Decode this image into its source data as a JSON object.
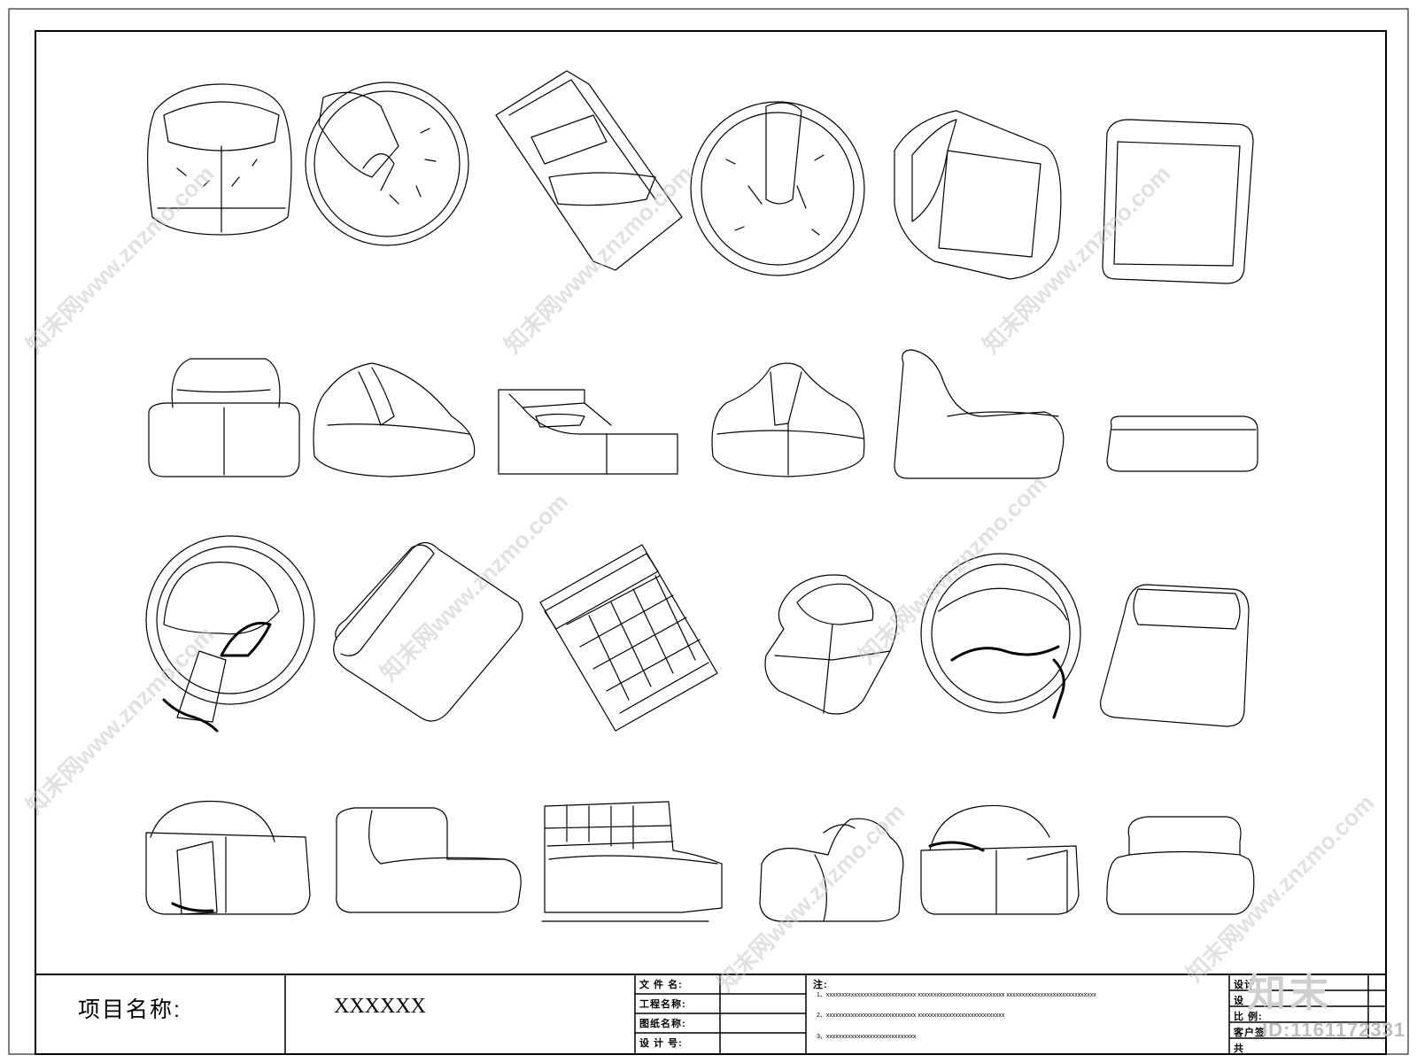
{
  "title_block": {
    "project_label": "项目名称:",
    "project_value": "XXXXXX",
    "fields": [
      "文 件 名:",
      "工程名称:",
      "图纸名称:",
      "设 计 号:"
    ],
    "notes_title": "注:",
    "notes": [
      "1、xxxxxxxxxxxxxxxxxxxxxxxxxxxxx     xxxxxxxxxxxxxxxxxxxxxxxxxxxx     xxxxxxxxxxxxxxxxxxxxxxxxxxxxx",
      "2、xxxxxxxxxxxxxxxxxxxxxxxxxxxxx     xxxxxxxxxxxxxxxxxxxxxxxxxxxx",
      "3、xxxxxxxxxxxxxxxxxxxxxxxxxxxxx"
    ],
    "right_fields": [
      "设计",
      "设",
      "比 例:",
      "客户签",
      "共"
    ]
  },
  "watermark": {
    "text": "知末网www.znzmo.com",
    "brand": "知末",
    "id": "ID:1161172331"
  },
  "colors": {
    "line": "#000000",
    "paper": "#ffffff",
    "watermark": "#c9c9c9"
  }
}
